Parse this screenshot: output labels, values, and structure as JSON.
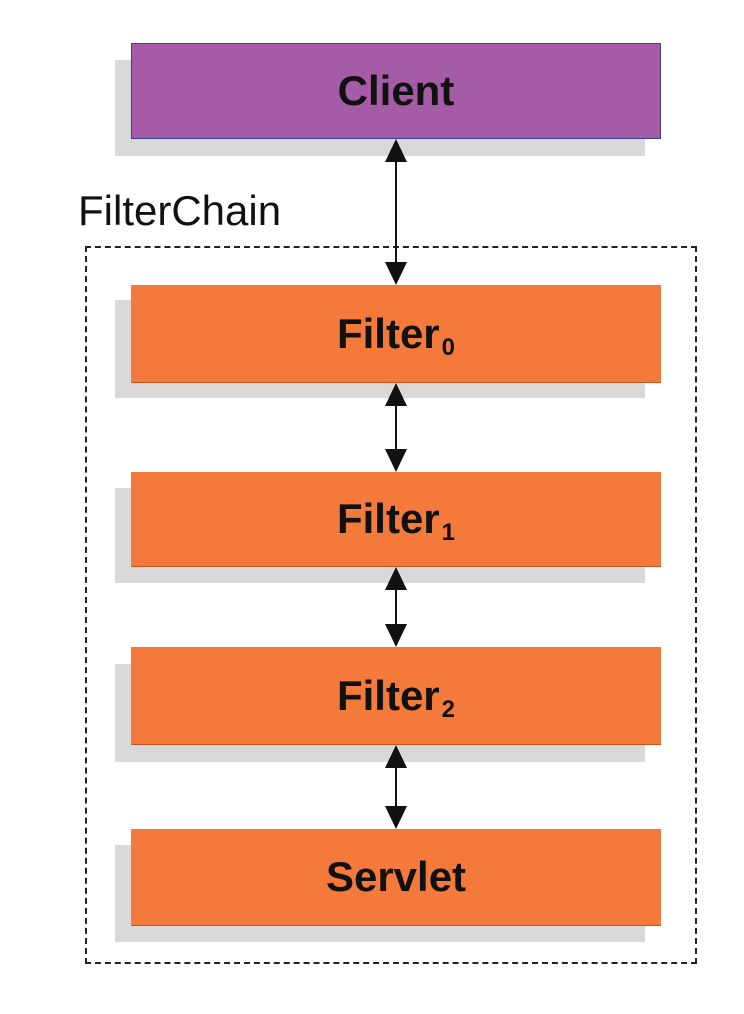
{
  "diagram": {
    "colors": {
      "client_fill": "#a55ba5",
      "filter_fill": "#f47a3c",
      "shadow": "#d9d9d9",
      "text": "#111111"
    },
    "chain_label": "FilterChain",
    "client": {
      "label": "Client"
    },
    "filters": [
      {
        "label": "Filter",
        "sub": "0"
      },
      {
        "label": "Filter",
        "sub": "1"
      },
      {
        "label": "Filter",
        "sub": "2"
      }
    ],
    "servlet": {
      "label": "Servlet"
    }
  }
}
